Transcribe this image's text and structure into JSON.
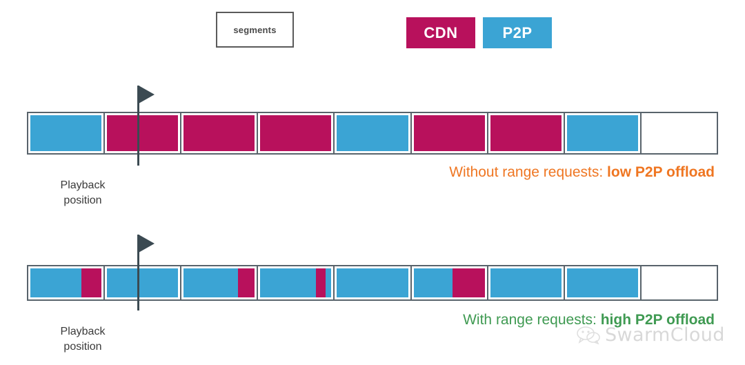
{
  "legend": {
    "segments_label": "segments",
    "cdn_label": "CDN",
    "p2p_label": "P2P",
    "cdn_color": "#b8115c",
    "p2p_color": "#3ba4d4",
    "segments_box_border": "#5a5a5a"
  },
  "playback": {
    "marker_color": "#3b4a52",
    "label_line1": "Playback",
    "label_line2": "position"
  },
  "timelines": [
    {
      "id": "without-range-requests",
      "caption_prefix": "Without range requests: ",
      "caption_emphasis": "low P2P offload",
      "caption_color": "#ef7622",
      "playhead_percent": 16,
      "segments": [
        {
          "parts": [
            {
              "type": "p2p",
              "percent": 100
            }
          ]
        },
        {
          "parts": [
            {
              "type": "cdn",
              "percent": 100
            }
          ]
        },
        {
          "parts": [
            {
              "type": "cdn",
              "percent": 100
            }
          ]
        },
        {
          "parts": [
            {
              "type": "cdn",
              "percent": 100
            }
          ]
        },
        {
          "parts": [
            {
              "type": "p2p",
              "percent": 100
            }
          ]
        },
        {
          "parts": [
            {
              "type": "cdn",
              "percent": 100
            }
          ]
        },
        {
          "parts": [
            {
              "type": "cdn",
              "percent": 100
            }
          ]
        },
        {
          "parts": [
            {
              "type": "p2p",
              "percent": 100
            }
          ]
        },
        {
          "parts": [
            {
              "type": "empty",
              "percent": 100
            }
          ]
        }
      ]
    },
    {
      "id": "with-range-requests",
      "caption_prefix": "With range requests: ",
      "caption_emphasis": "high P2P offload",
      "caption_color": "#3f9a52",
      "playhead_percent": 16,
      "segments": [
        {
          "parts": [
            {
              "type": "p2p",
              "percent": 72
            },
            {
              "type": "cdn",
              "percent": 28
            }
          ]
        },
        {
          "parts": [
            {
              "type": "p2p",
              "percent": 100
            }
          ]
        },
        {
          "parts": [
            {
              "type": "p2p",
              "percent": 76
            },
            {
              "type": "cdn",
              "percent": 24
            }
          ]
        },
        {
          "parts": [
            {
              "type": "p2p",
              "percent": 78
            },
            {
              "type": "cdn",
              "percent": 14
            },
            {
              "type": "p2p",
              "percent": 8
            }
          ]
        },
        {
          "parts": [
            {
              "type": "p2p",
              "percent": 100
            }
          ]
        },
        {
          "parts": [
            {
              "type": "p2p",
              "percent": 55
            },
            {
              "type": "cdn",
              "percent": 45
            }
          ]
        },
        {
          "parts": [
            {
              "type": "p2p",
              "percent": 100
            }
          ]
        },
        {
          "parts": [
            {
              "type": "p2p",
              "percent": 100
            }
          ]
        },
        {
          "parts": [
            {
              "type": "empty",
              "percent": 100
            }
          ]
        }
      ]
    }
  ],
  "watermark": {
    "text": "SwarmCloud",
    "icon": "wechat-bubble-icon",
    "color": "#b9b9b9"
  }
}
